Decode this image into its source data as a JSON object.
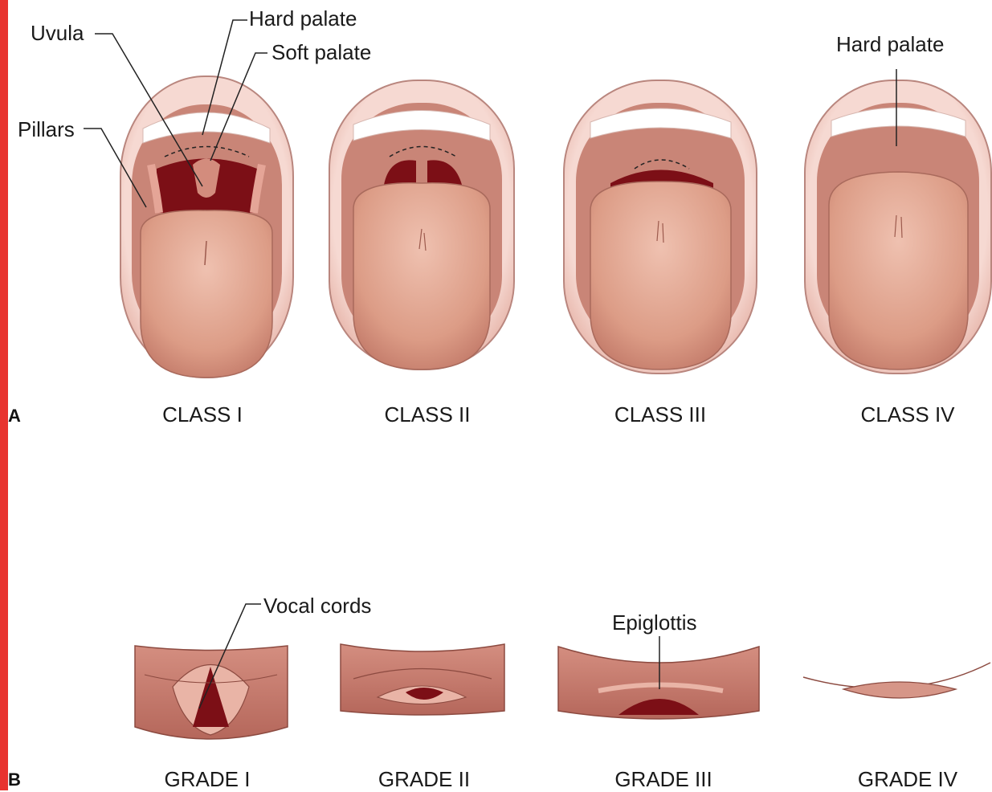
{
  "panels": {
    "a": {
      "letter": "A",
      "labels": {
        "uvula": "Uvula",
        "hard_palate": "Hard palate",
        "soft_palate": "Soft palate",
        "pillars": "Pillars",
        "hard_palate_class4": "Hard palate"
      },
      "captions": [
        "CLASS I",
        "CLASS II",
        "CLASS III",
        "CLASS IV"
      ]
    },
    "b": {
      "letter": "B",
      "labels": {
        "vocal_cords": "Vocal cords",
        "epiglottis": "Epiglottis"
      },
      "captions": [
        "GRADE I",
        "GRADE II",
        "GRADE III",
        "GRADE IV"
      ]
    }
  },
  "colors": {
    "lip": "#f3cfc7",
    "lip_edge": "#b9867e",
    "mouth_inner": "#c98577",
    "tongue": "#e1a691",
    "tongue_dark": "#c47c6b",
    "cavity": "#7c0f16",
    "teeth": "#ffffff",
    "larynx": "#c57a6e",
    "larynx_light": "#e9b4a6",
    "edge_accent": "#e8332f"
  }
}
